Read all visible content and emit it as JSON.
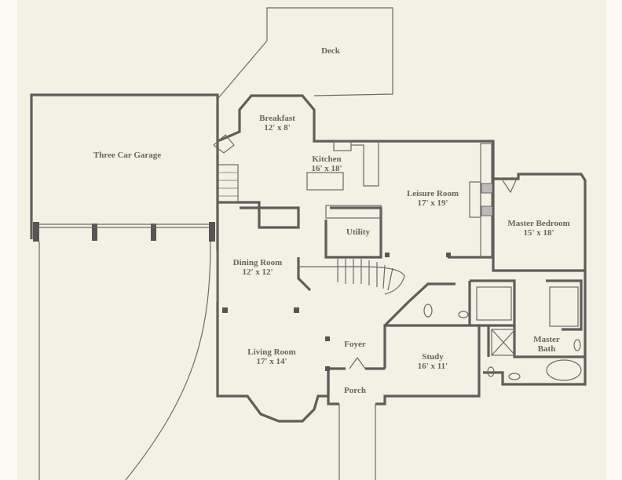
{
  "rooms": {
    "deck": {
      "name": "Deck"
    },
    "breakfast": {
      "name": "Breakfast",
      "size": "12' x 8'"
    },
    "garage": {
      "name": "Three Car Garage"
    },
    "kitchen": {
      "name": "Kitchen",
      "size": "16' x 18'"
    },
    "leisure": {
      "name": "Leisure Room",
      "size": "17' x 19'"
    },
    "master_bedroom": {
      "name": "Master Bedroom",
      "size": "15' x 18'"
    },
    "utility": {
      "name": "Utility"
    },
    "dining": {
      "name": "Dining Room",
      "size": "12' x 12'"
    },
    "living": {
      "name": "Living Room",
      "size": "17' x 14'"
    },
    "foyer": {
      "name": "Foyer"
    },
    "study": {
      "name": "Study",
      "size": "16' x 11'"
    },
    "master_bath": {
      "name": "Master Bath",
      "name2": "Bath",
      "name1": "Master"
    },
    "porch": {
      "name": "Porch"
    }
  },
  "colors": {
    "paper": "#f3f1e4",
    "wall": "#5e5d5a"
  }
}
